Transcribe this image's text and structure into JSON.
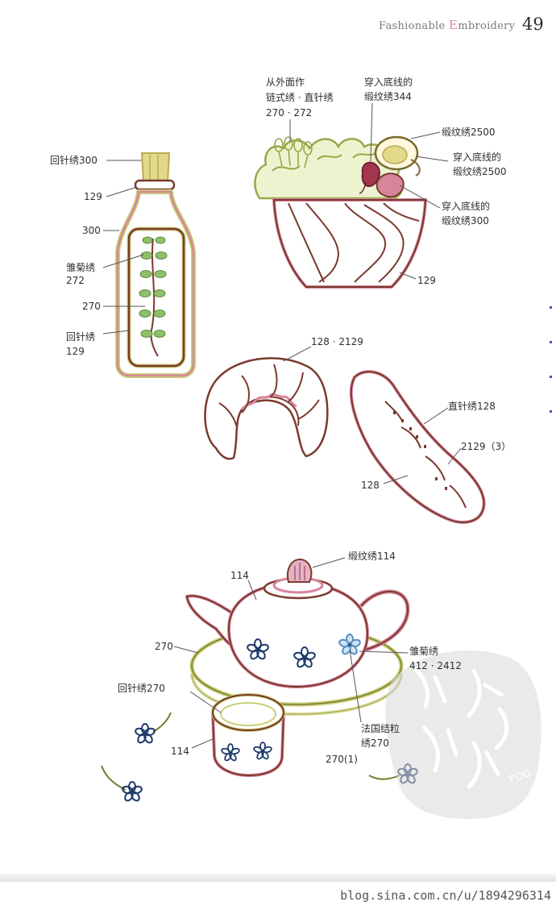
{
  "header": {
    "title_part1": "Fashionable ",
    "title_accent": "E",
    "title_part2": "mbroidery",
    "page_number": "49"
  },
  "bottle_labels": {
    "cork": "回针绣300",
    "neck": "129",
    "body": "300",
    "leaves_line1": "雏菊绣",
    "leaves_line2": "272",
    "label_panel": "270",
    "outline_line1": "回针绣",
    "outline_line2": "129"
  },
  "salad_labels": {
    "greens_line1": "从外面作",
    "greens_line2": "链式绣 · 直针绣",
    "greens_line3": "270 · 272",
    "radish_line1": "穿入底线的",
    "radish_line2": "缎纹绣344",
    "egg": "缎纹绣2500",
    "egg_yolk_line1": "穿入底线的",
    "egg_yolk_line2": "缎纹绣2500",
    "tomato_line1": "穿入底线的",
    "tomato_line2": "缎纹绣300",
    "bowl": "129"
  },
  "bread_labels": {
    "croissant": "128 · 2129",
    "baguette_stitch": "直针绣128",
    "baguette_count": "2129（3）",
    "baguette_outline": "128"
  },
  "teapot_labels": {
    "lid_knob": "缎纹绣114",
    "pot": "114",
    "tray": "270",
    "flower_line1": "雏菊绣",
    "flower_line2": "412 · 2412",
    "cup_rim": "回针绣270",
    "cup": "114",
    "knot_line1": "法国结粒",
    "knot_line2": "绣270",
    "stem": "270(1)"
  },
  "watermark": {
    "corner": "PDG"
  },
  "footer": {
    "source": "blog.sina.com.cn/u/1894296314"
  },
  "colors": {
    "outline_brown": "#7a3a2e",
    "rose_pink": "#d6859c",
    "olive_green": "#c9cf76",
    "cork_yellow": "#e3d98a",
    "leaf_green": "#8fbf6a",
    "navy_flower": "#1f3a6b",
    "blue_flower": "#8ec0e8",
    "stone_gray": "#d9d9d9"
  }
}
